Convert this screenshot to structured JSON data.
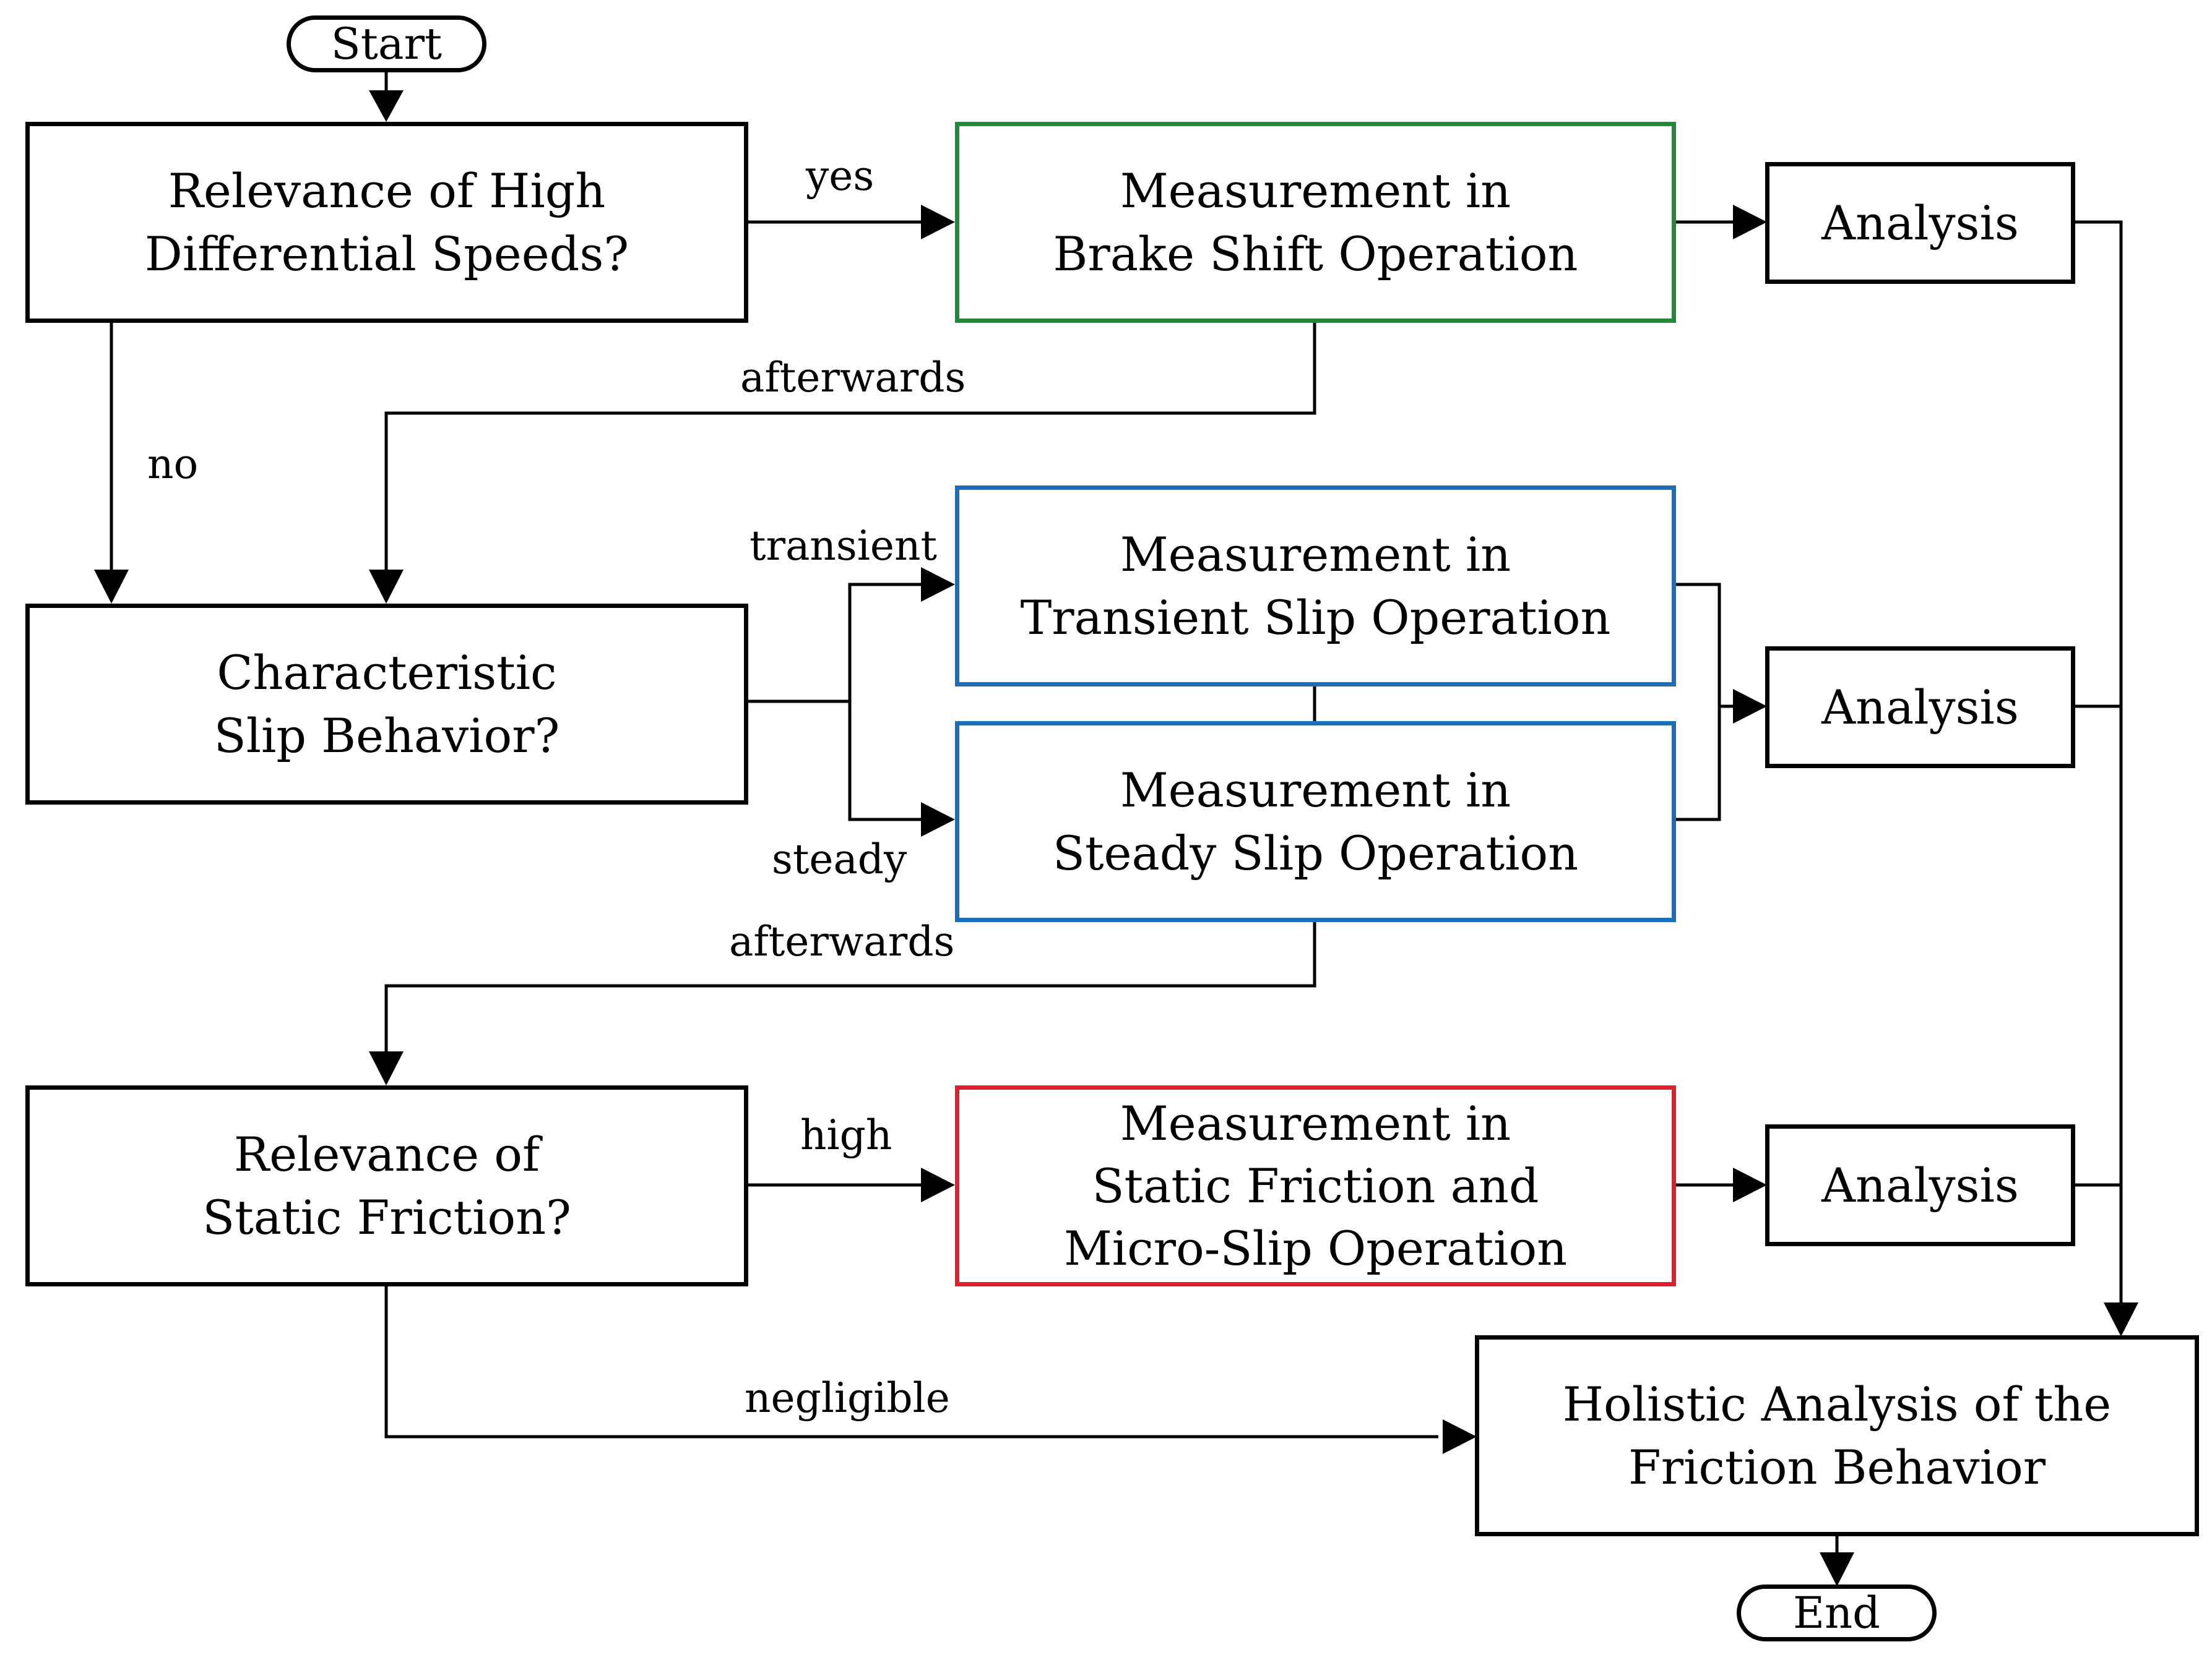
{
  "nodes": {
    "start": "Start",
    "end": "End",
    "q_high_speeds": "Relevance of High\nDifferential Speeds?",
    "q_slip_behavior": "Characteristic\nSlip Behavior?",
    "q_static_friction": "Relevance of\nStatic Friction?",
    "m_brake_shift": "Measurement in\nBrake Shift Operation",
    "m_transient_slip": "Measurement in\nTransient Slip Operation",
    "m_steady_slip": "Measurement in\nSteady Slip Operation",
    "m_static_micro": "Measurement in\nStatic Friction and\nMicro-Slip Operation",
    "analysis_1": "Analysis",
    "analysis_2": "Analysis",
    "analysis_3": "Analysis",
    "holistic": "Holistic  Analysis of the\nFriction Behavior"
  },
  "edge_labels": {
    "yes": "yes",
    "no": "no",
    "afterwards_1": "afterwards",
    "transient": "transient",
    "steady": "steady",
    "afterwards_2": "afterwards",
    "high": "high",
    "negligible": "negligible"
  },
  "colors": {
    "brake_shift_border": "#1e8a3a",
    "slip_border": "#1a6fb8",
    "static_border": "#e01f2d",
    "default_border": "#000000"
  }
}
